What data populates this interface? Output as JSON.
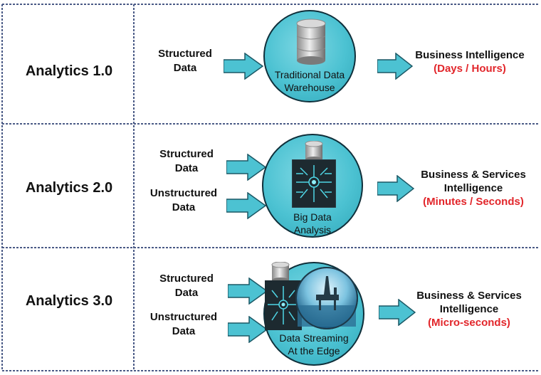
{
  "rows": [
    {
      "title": "Analytics 1.0",
      "inputs": [
        "Structured\nData"
      ],
      "process": "Traditional Data\nWarehouse",
      "output": "Business Intelligence",
      "output_time": "(Days / Hours)"
    },
    {
      "title": "Analytics 2.0",
      "inputs": [
        "Structured\nData",
        "Unstructured\nData"
      ],
      "process": "Big Data\nAnalysis",
      "output": "Business & Services\nIntelligence",
      "output_time": "(Minutes / Seconds)"
    },
    {
      "title": "Analytics 3.0",
      "inputs": [
        "Structured\nData",
        "Unstructured\nData"
      ],
      "process": "Data Streaming\nAt the Edge",
      "output": "Business & Services\nIntelligence",
      "output_time": "(Micro-seconds)"
    }
  ],
  "icons": {
    "row1": [
      "database-cylinder-icon"
    ],
    "row2": [
      "database-cylinder-icon",
      "circuit-chip-icon"
    ],
    "row3": [
      "database-cylinder-icon",
      "circuit-chip-icon",
      "offshore-platform-icon"
    ]
  },
  "colors": {
    "circle": "#4cc2d2",
    "arrow": "#4cc2d2",
    "time_text": "#e2262b",
    "border": "#4a5a86"
  }
}
